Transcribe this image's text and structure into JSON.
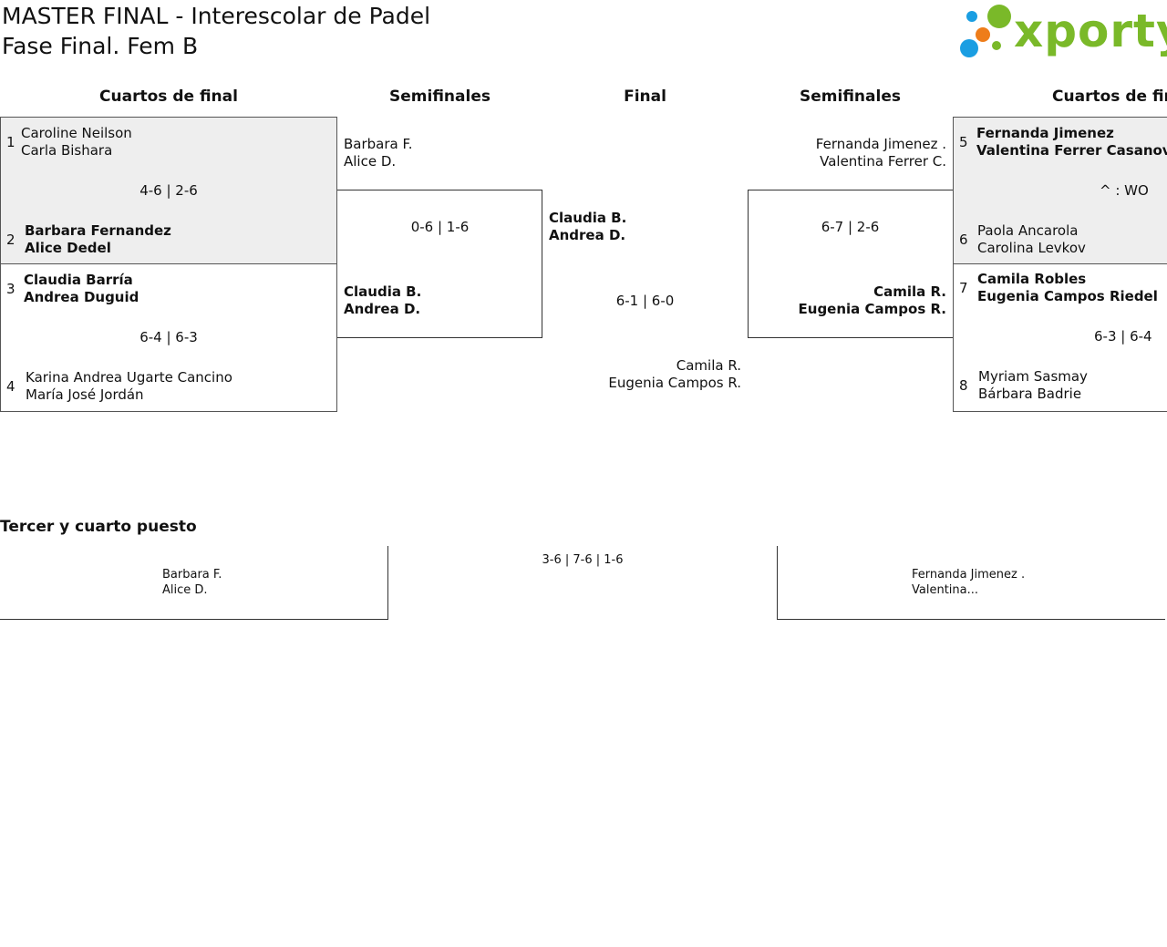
{
  "header": {
    "title_line1": "MASTER FINAL - Interescolar de Padel",
    "title_line2": "Fase Final. Fem B",
    "logo_text": "xporty",
    "colors": {
      "logo_green": "#7ab929",
      "dot_blue": "#1a9ee2",
      "dot_orange": "#ee7d1a",
      "box_fill": "#eeeeee"
    }
  },
  "columns": {
    "left_qf": "Cuartos de final",
    "left_sf": "Semifinales",
    "final": "Final",
    "right_sf": "Semifinales",
    "right_qf": "Cuartos de final"
  },
  "left_qf": [
    {
      "seed_a": "1",
      "a1": "Caroline Neilson",
      "a2": "Carla Bishara",
      "score": "4-6 | 2-6",
      "seed_b": "2",
      "b1": "Barbara Fernandez",
      "b2": "Alice Dedel"
    },
    {
      "seed_a": "3",
      "a1": "Claudia Barría",
      "a2": "Andrea Duguid",
      "score": "6-4 | 6-3",
      "seed_b": "4",
      "b1": "Karina Andrea Ugarte Cancino",
      "b2": "María José Jordán"
    }
  ],
  "left_sf": {
    "top1": "Barbara F.",
    "top2": "Alice D.",
    "score": "0-6 | 1-6",
    "bot1": "Claudia B.",
    "bot2": "Andrea D."
  },
  "final": {
    "top1": "Claudia B.",
    "top2": "Andrea D.",
    "score": "6-1 | 6-0",
    "bot1": "Camila R.",
    "bot2": "Eugenia Campos R."
  },
  "right_sf": {
    "top1": "Fernanda Jimenez .",
    "top2": "Valentina Ferrer C.",
    "score": "6-7 | 2-6",
    "bot1": "Camila R.",
    "bot2": "Eugenia Campos R."
  },
  "right_qf": [
    {
      "seed_a": "5",
      "a1": "Fernanda Jimenez",
      "a2": "Valentina Ferrer Casanova",
      "score": "^ : WO",
      "seed_b": "6",
      "b1": "Paola Ancarola",
      "b2": "Carolina Levkov"
    },
    {
      "seed_a": "7",
      "a1": "Camila Robles",
      "a2": "Eugenia Campos Riedel",
      "score": "6-3 | 6-4",
      "seed_b": "8",
      "b1": "Myriam Sasmay",
      "b2": "Bárbara Badrie"
    }
  ],
  "third_place": {
    "heading": "Tercer y cuarto puesto",
    "left1": "Barbara F.",
    "left2": "Alice D.",
    "score": "3-6 | 7-6 | 1-6",
    "right1": "Fernanda Jimenez .",
    "right2": "Valentina..."
  }
}
